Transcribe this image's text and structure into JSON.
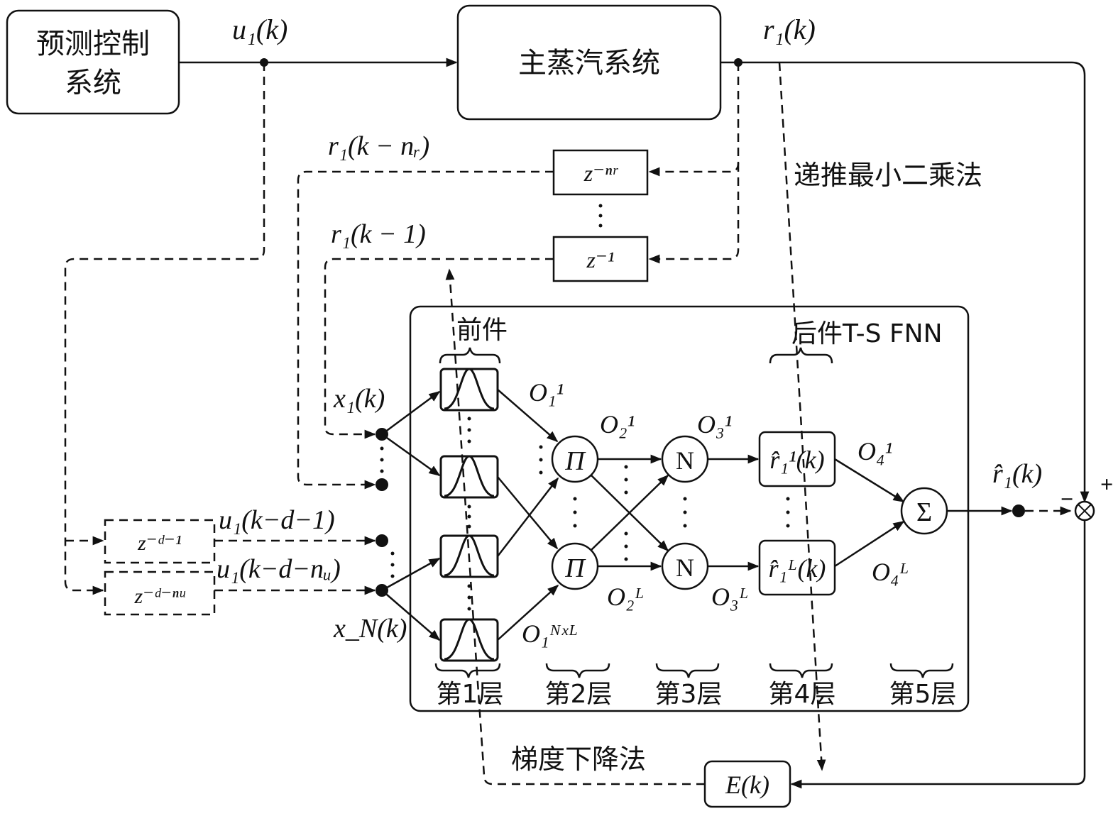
{
  "blocks": {
    "predictive_control": [
      "预测控制",
      "系统"
    ],
    "main_steam": "主蒸汽系统",
    "delay_nr": "z⁻ⁿʳ",
    "delay_1": "z⁻¹",
    "delay_d1": "z⁻ᵈ⁻¹",
    "delay_dnu": "z⁻ᵈ⁻ⁿᵘ",
    "error": "E(k)"
  },
  "signals": {
    "u1k": "u₁(k)",
    "r1k": "r₁(k)",
    "r1_k_nr": "r₁(k − nᵣ)",
    "r1_k_1": "r₁(k − 1)",
    "x1k": "x₁(k)",
    "xNk": "x_N(k)",
    "u1_kd1": "u₁(k−d−1)",
    "u1_kdnu": "u₁(k−d−nᵤ)",
    "r1hat": "r̂₁(k)"
  },
  "methods": {
    "rls": "递推最小二乘法",
    "gd": "梯度下降法"
  },
  "network": {
    "premise": "前件",
    "consequent": "后件T-S FNN",
    "layers": [
      "第1层",
      "第2层",
      "第3层",
      "第4层",
      "第5层"
    ],
    "prod_node": "Π",
    "norm_node": "N",
    "sum_node": "Σ",
    "consequent_top": "r̂₁¹(k)",
    "consequent_bottom": "r̂₁ᴸ(k)"
  },
  "outputs": {
    "O1_1": "O₁¹",
    "O1_NL": "O₁ᴺˣᴸ",
    "O2_1": "O₂¹",
    "O2_L": "O₂ᴸ",
    "O3_1": "O₃¹",
    "O3_L": "O₃ᴸ",
    "O4_1": "O₄¹",
    "O4_L": "O₄ᴸ"
  },
  "signs": {
    "plus": "+",
    "minus": "−"
  }
}
